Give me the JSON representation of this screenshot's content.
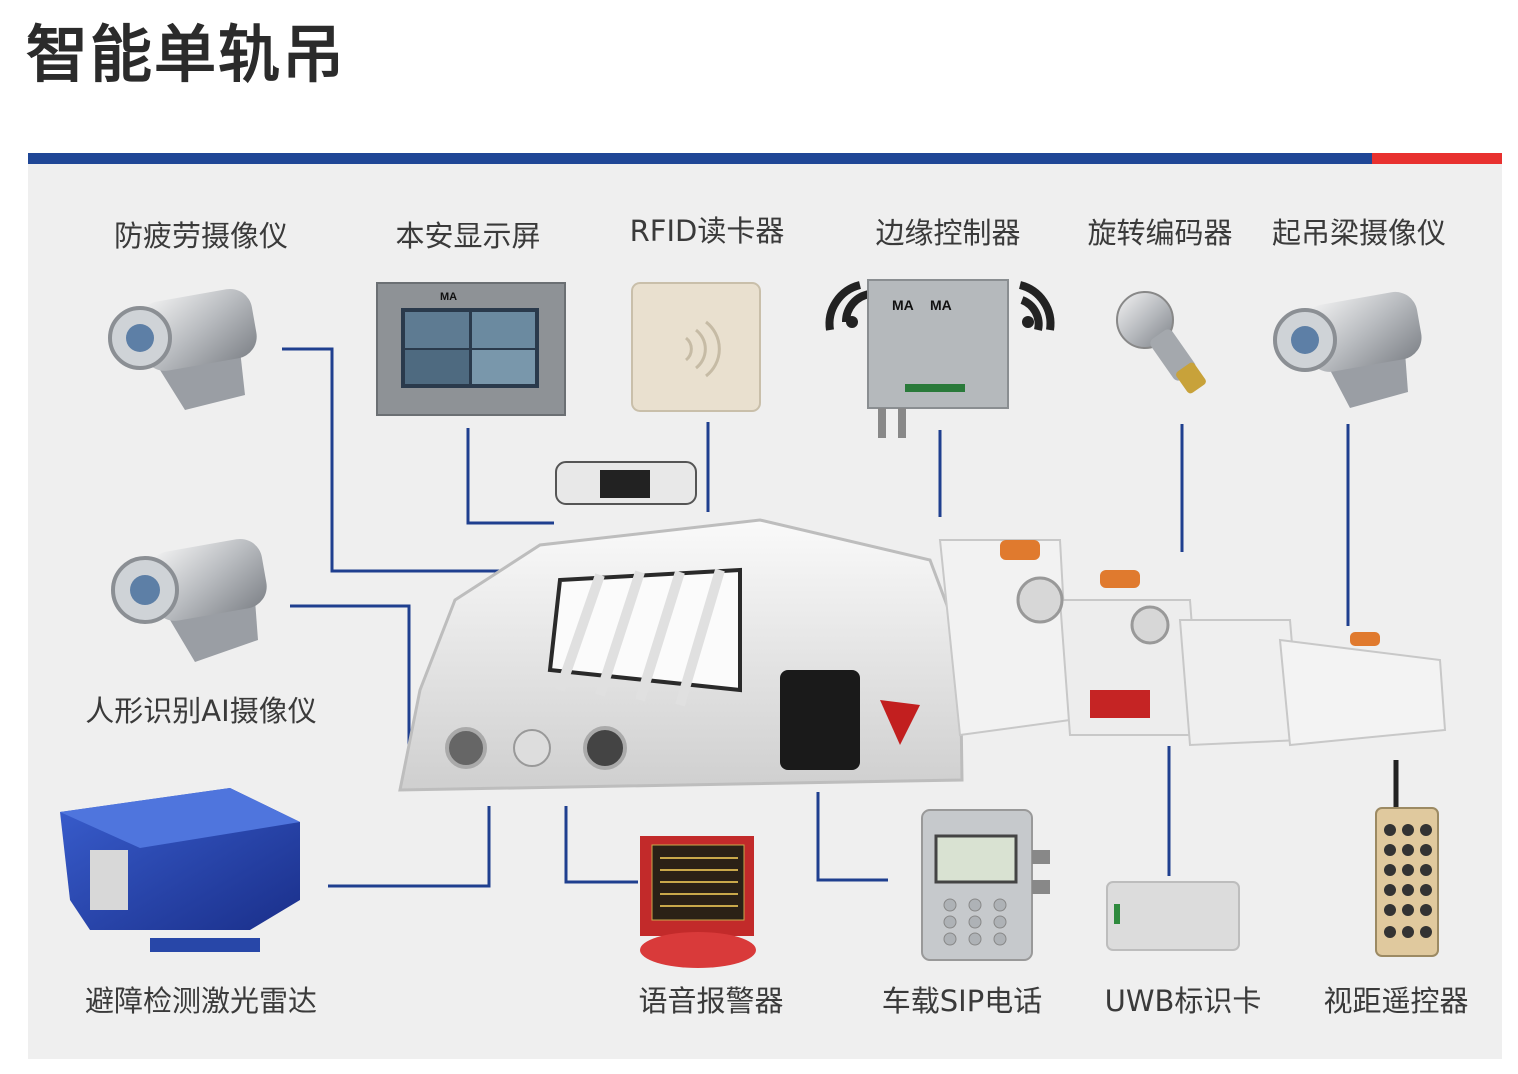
{
  "title": "智能单轨吊",
  "colors": {
    "accent_blue": "#1f4696",
    "accent_red": "#e8312f",
    "connector": "#1f3f8f",
    "panel_bg": "#efefef"
  },
  "labels": {
    "fatigue_camera": "防疲劳摄像仪",
    "safe_display": "本安显示屏",
    "rfid_reader": "RFID读卡器",
    "edge_controller": "边缘控制器",
    "rotary_encoder": "旋转编码器",
    "beam_camera": "起吊梁摄像仪",
    "ai_camera": "人形识别AI摄像仪",
    "lidar": "避障检测激光雷达",
    "voice_alarm": "语音报警器",
    "sip_phone": "车载SIP电话",
    "uwb_card": "UWB标识卡",
    "remote_control": "视距遥控器"
  },
  "device_marks": {
    "ma_mark": "MA"
  }
}
